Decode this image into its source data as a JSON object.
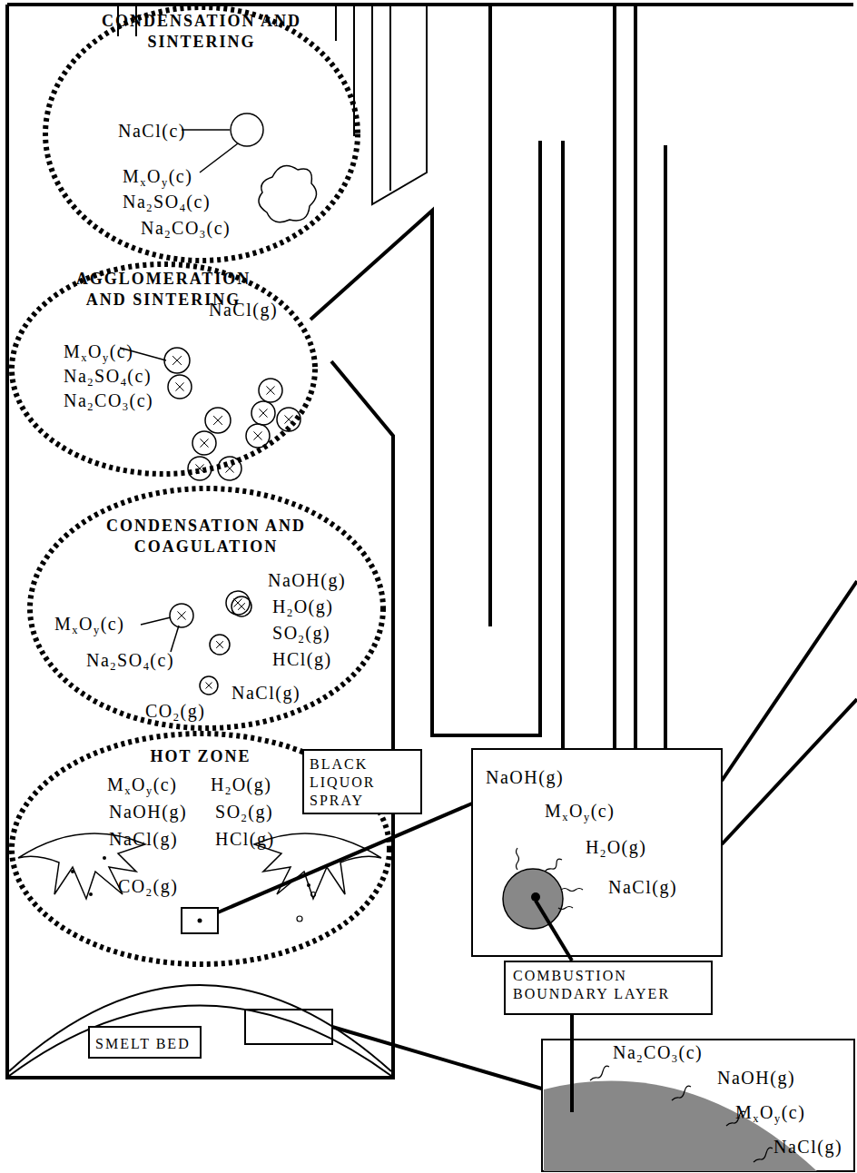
{
  "diagram": {
    "nodes": [
      {
        "text": [
          "CONDENSATION AND SINTERING",
          "NaCl(c)",
          "MxOy(c)",
          "Na2SO4(c)",
          "Na2CO3(c)"
        ]
      },
      {
        "text": [
          "AGGLOMERATION AND SINTERING",
          "NaCl(g)",
          "MxOy(c)",
          "Na2SO4(c)",
          "Na2CO3(c)"
        ]
      },
      {
        "text": [
          "CONDENSATION AND COAGULATION",
          "NaOH(g)",
          "H2O(g)",
          "SO2(g)",
          "MxOy(c)",
          "HCl(g)",
          "Na2SO4(c)",
          "NaCl(g)",
          "CO2(g)"
        ]
      },
      {
        "text": [
          "HOT ZONE",
          "MxOy(c)",
          "H2O(g)",
          "NaOH(g)",
          "SO2(g)",
          "NaCl(g)",
          "HCl(g)",
          "CO2(g)"
        ]
      },
      {
        "text": [
          "BLACK LIQUOR SPRAY"
        ]
      },
      {
        "text": [
          "NaOH(g)",
          "MxOy(c)",
          "H2O(g)",
          "NaCl(g)"
        ]
      },
      {
        "text": [
          "COMBUSTION BOUNDARY LAYER"
        ]
      },
      {
        "text": [
          "SMELT BED"
        ]
      },
      {
        "text": [
          "Na2CO3(c)",
          "NaOH(g)",
          "MxOy(c)",
          "NaCl(g)"
        ]
      }
    ]
  }
}
